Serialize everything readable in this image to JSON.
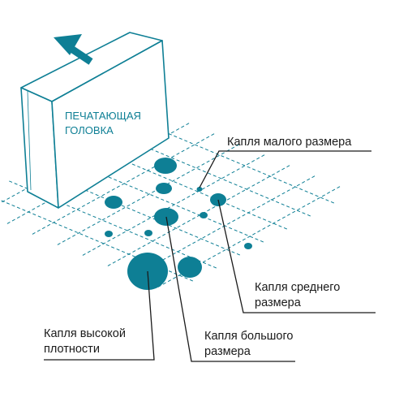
{
  "colors": {
    "accent": "#0e7f95",
    "line": "#1a1a1a",
    "background": "#ffffff"
  },
  "print_head": {
    "line1": "ПЕЧАТАЮЩАЯ",
    "line2": "ГОЛОВКА",
    "arrow_icon": "arrow-up-left-icon"
  },
  "labels": {
    "small_drop": "Капля малого размера",
    "medium_drop_line1": "Капля среднего",
    "medium_drop_line2": "размера",
    "large_drop_line1": "Капля большого",
    "large_drop_line2": "размера",
    "dense_drop_line1": "Капля высокой",
    "dense_drop_line2": "плотности"
  }
}
